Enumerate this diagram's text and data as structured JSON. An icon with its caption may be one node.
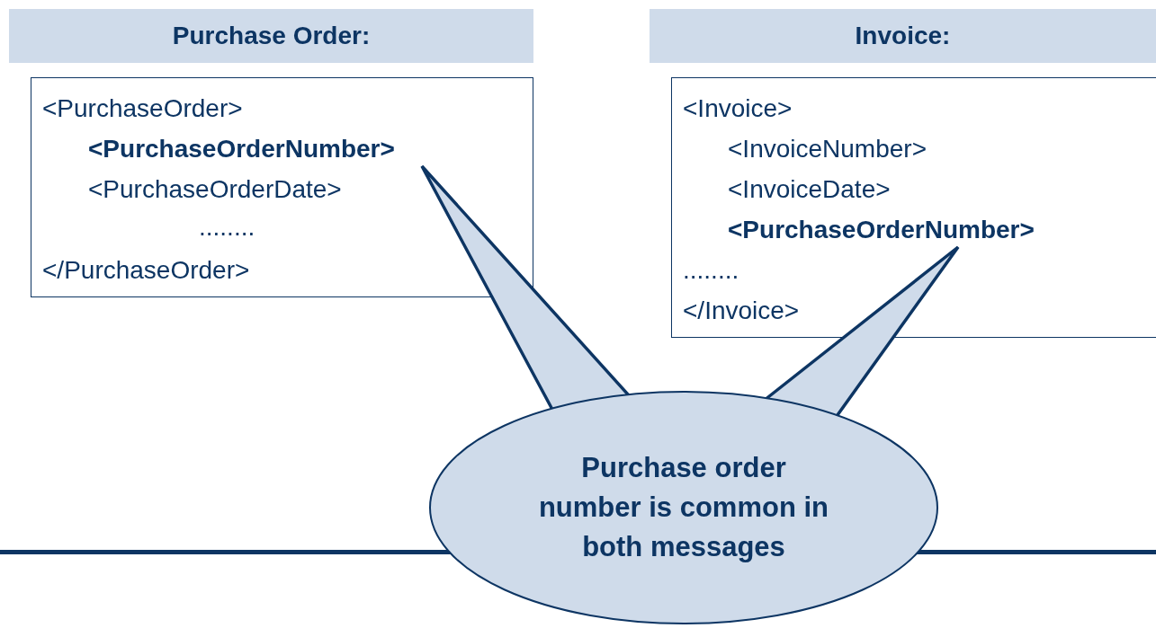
{
  "diagram": {
    "nodes": [
      {
        "text": [
          "Purchase Order:"
        ]
      },
      {
        "text": [
          "<PurchaseOrder>",
          "<PurchaseOrderDate>",
          "........",
          "</PurchaseOrder>"
        ]
      },
      {
        "text": [
          "<PurchaseOrderNumber>"
        ],
        "in": 1
      },
      {
        "text": [
          "Invoice:"
        ]
      },
      {
        "text": [
          "<Invoice>",
          "<InvoiceNumber>",
          "<InvoiceDate>",
          "........",
          "</Invoice>"
        ]
      },
      {
        "text": [
          "<PurchaseOrderNumber>"
        ],
        "in": 4
      },
      {
        "text": [
          "Purchase order number is common in both messages"
        ]
      }
    ],
    "edges": [
      {
        "from": 6,
        "to": 2,
        "arrow": "none"
      },
      {
        "from": 6,
        "to": 5,
        "arrow": "none"
      }
    ]
  }
}
